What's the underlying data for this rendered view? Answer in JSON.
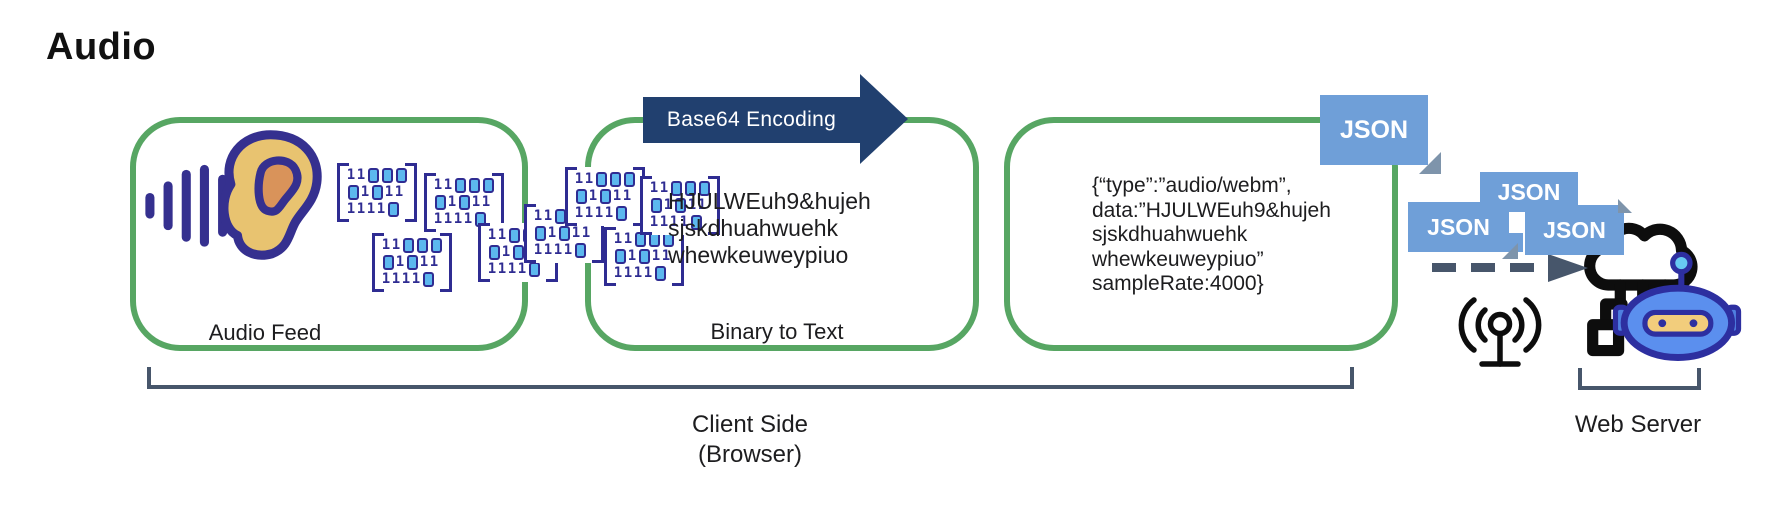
{
  "title": "Audio",
  "stage1": {
    "label": "Audio Feed"
  },
  "encode_arrow": {
    "label": "Base64 Encoding"
  },
  "stage2": {
    "label": "Binary to Text",
    "encoded_text": [
      "HJULWEuh9&hujeh",
      "sjskdhuahwuehk",
      "whewkeuweypiuo"
    ]
  },
  "stage3": {
    "tag": "JSON",
    "json_text": [
      "{“type”:”audio/webm”,",
      "data:”HJULWEuh9&hujeh",
      "sjskdhuahwuehk",
      "whewkeuweypiuo”",
      "sampleRate:4000}"
    ]
  },
  "binary_matrix": {
    "rows": [
      "11000",
      "01011",
      "11110"
    ],
    "count": 8
  },
  "packets": [
    {
      "label": "JSON"
    },
    {
      "label": "JSON"
    },
    {
      "label": "JSON"
    }
  ],
  "client_bracket": {
    "line1": "Client Side",
    "line2": "(Browser)"
  },
  "server_bracket": {
    "label": "Web Server"
  },
  "icons": {
    "ear": "ear-icon",
    "sound_waves": "sound-waves-icon",
    "antenna": "radio-antenna-icon",
    "cloud": "cloud-server-icon",
    "robot": "robot-icon"
  },
  "colors": {
    "box_border_green": "#57a663",
    "arrow_navy": "#21406f",
    "tag_blue": "#6f9fd8",
    "tag_fold": "#7e94ab",
    "digit_indigo": "#2f2c92",
    "digit_zero_blue": "#5cb8ee",
    "bracket_slate": "#47566b",
    "ear_fill": "#e8c370",
    "ear_inner": "#d9935a",
    "robot_blue": "#5b8fee",
    "robot_accent": "#67c9f2",
    "visor_gold": "#f2cd7c",
    "text_dark": "#1d1d1f"
  }
}
